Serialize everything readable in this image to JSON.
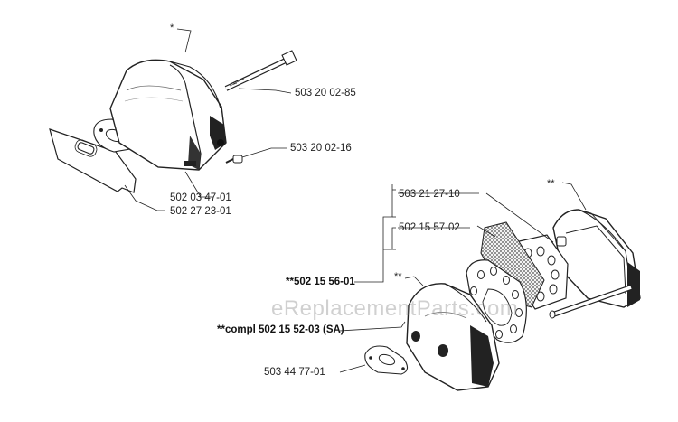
{
  "callouts": {
    "bolt_long": "503 20 02-85",
    "screw_small": "503 20 02-16",
    "gasket_left": "502 03 47-01",
    "plate_left": "502 27 23-01",
    "part_a": "503 21 27-10",
    "part_b": "502 15 57-02",
    "kit": "**502 15 56-01",
    "complete": "**compl 502 15 52-03 (SA)",
    "gasket_bottom": "503 44 77-01"
  },
  "markers": {
    "top_left": "*",
    "right_cover": "**",
    "front_cover": "**"
  },
  "watermark": "eReplacementParts.com",
  "colors": {
    "ink": "#222222",
    "watermark": "#9a9a9a"
  }
}
